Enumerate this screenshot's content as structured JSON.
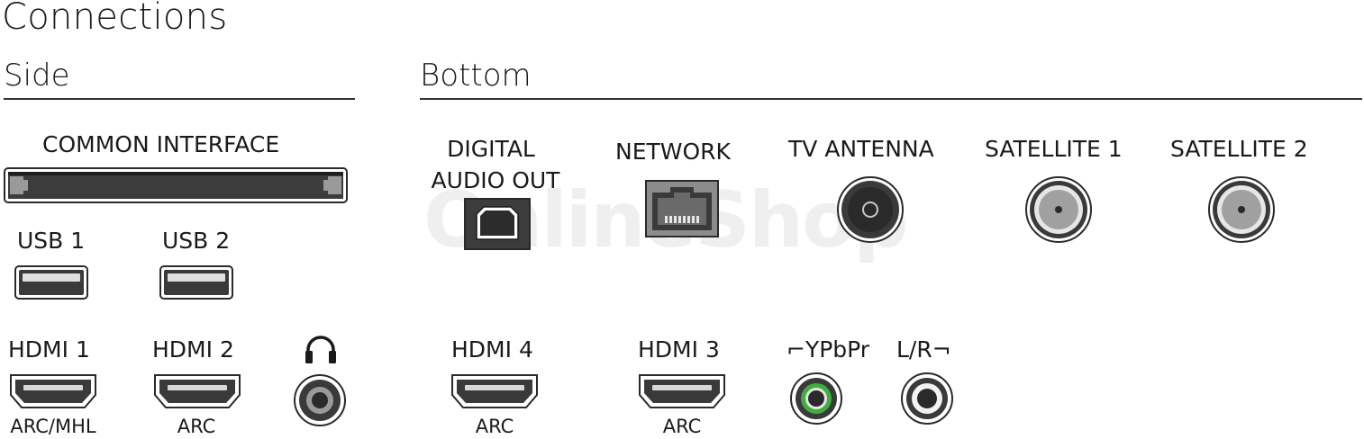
{
  "title": "Connections",
  "sections": {
    "side": "Side",
    "bottom": "Bottom"
  },
  "watermark": "OnlineShop",
  "side": {
    "common_interface": "COMMON INTERFACE",
    "usb1": "USB 1",
    "usb2": "USB 2",
    "hdmi1": "HDMI 1",
    "hdmi1_sub": "ARC/MHL",
    "hdmi2": "HDMI 2",
    "hdmi2_sub": "ARC",
    "headphone_icon": "headphone-icon"
  },
  "bottom": {
    "digital_audio_line1": "DIGITAL",
    "digital_audio_line2": "AUDIO OUT",
    "network": "NETWORK",
    "tv_antenna": "TV ANTENNA",
    "satellite1": "SATELLITE 1",
    "satellite2": "SATELLITE 2",
    "hdmi4": "HDMI 4",
    "hdmi4_sub": "ARC",
    "hdmi3": "HDMI 3",
    "hdmi3_sub": "ARC",
    "ypbpr": "⌐YPbPr",
    "lr": "L/R¬"
  },
  "colors": {
    "text": "#1a1a1a",
    "port_dark": "#3c3c3c",
    "port_gray": "#8c8c8c",
    "port_light": "#e6e6e6",
    "component_green": "#3fae3f",
    "rule": "#333333"
  }
}
